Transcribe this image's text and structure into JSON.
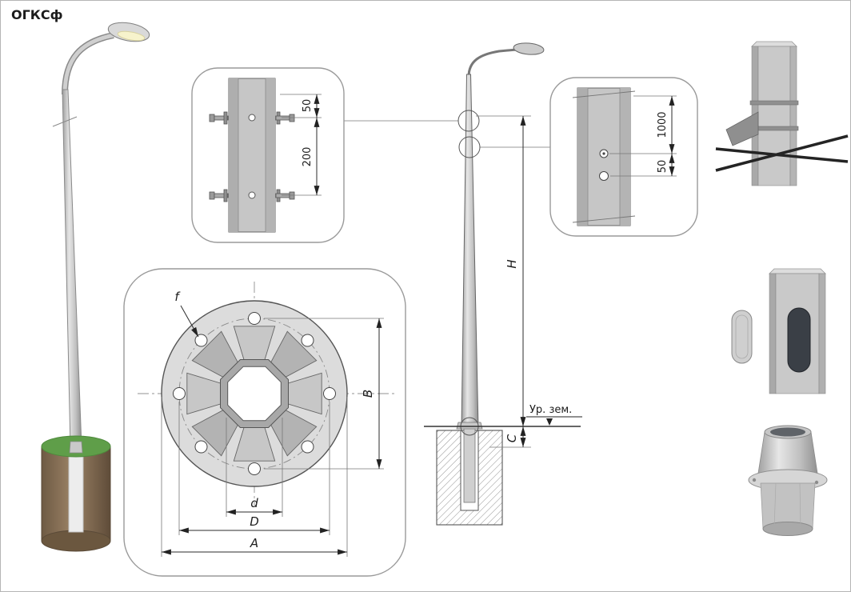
{
  "title": "ОГКСф",
  "clamp_detail": {
    "dim_top": "50",
    "dim_bottom": "200"
  },
  "holes_detail": {
    "dim_top": "1000",
    "dim_bottom": "50"
  },
  "flange_detail": {
    "f": "f",
    "B": "B",
    "d": "d",
    "D": "D",
    "A": "A"
  },
  "elevation": {
    "H": "H",
    "C": "C",
    "ground": "Ур. зем."
  }
}
